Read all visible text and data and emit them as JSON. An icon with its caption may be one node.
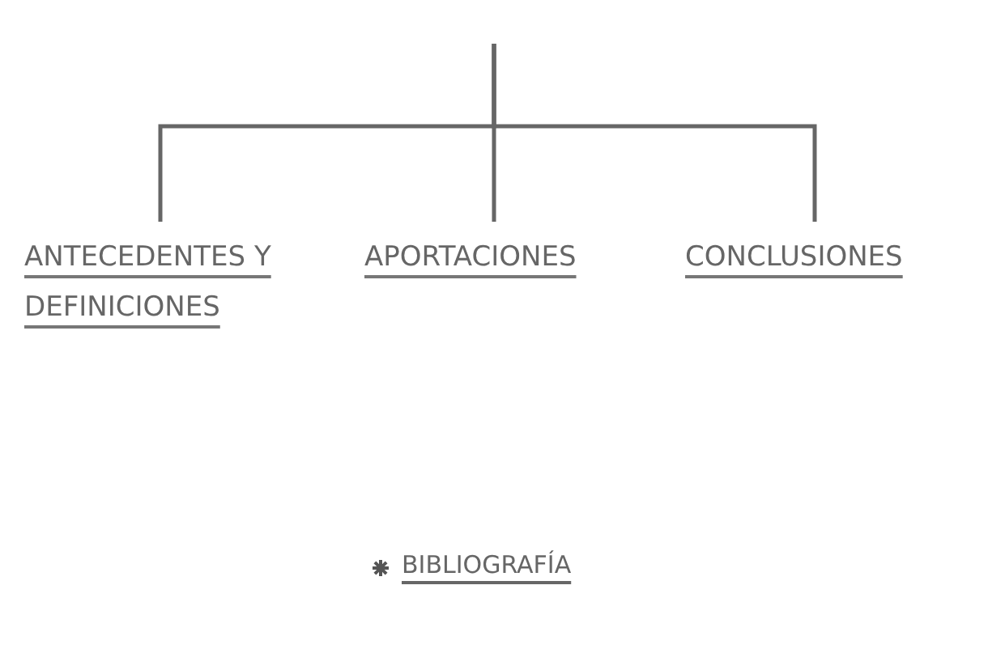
{
  "diagram": {
    "nodes": [
      {
        "text": [
          "ANTECEDENTES Y DEFINICIONES"
        ]
      },
      {
        "text": [
          "APORTACIONES"
        ]
      },
      {
        "text": [
          "CONCLUSIONES"
        ]
      }
    ],
    "edges": [
      {
        "from": null,
        "to": 0,
        "arrow": "none"
      },
      {
        "from": null,
        "to": 1,
        "arrow": "none"
      },
      {
        "from": null,
        "to": 2,
        "arrow": "none"
      }
    ],
    "labels": [
      "BIBLIOGRAFÍA"
    ]
  }
}
